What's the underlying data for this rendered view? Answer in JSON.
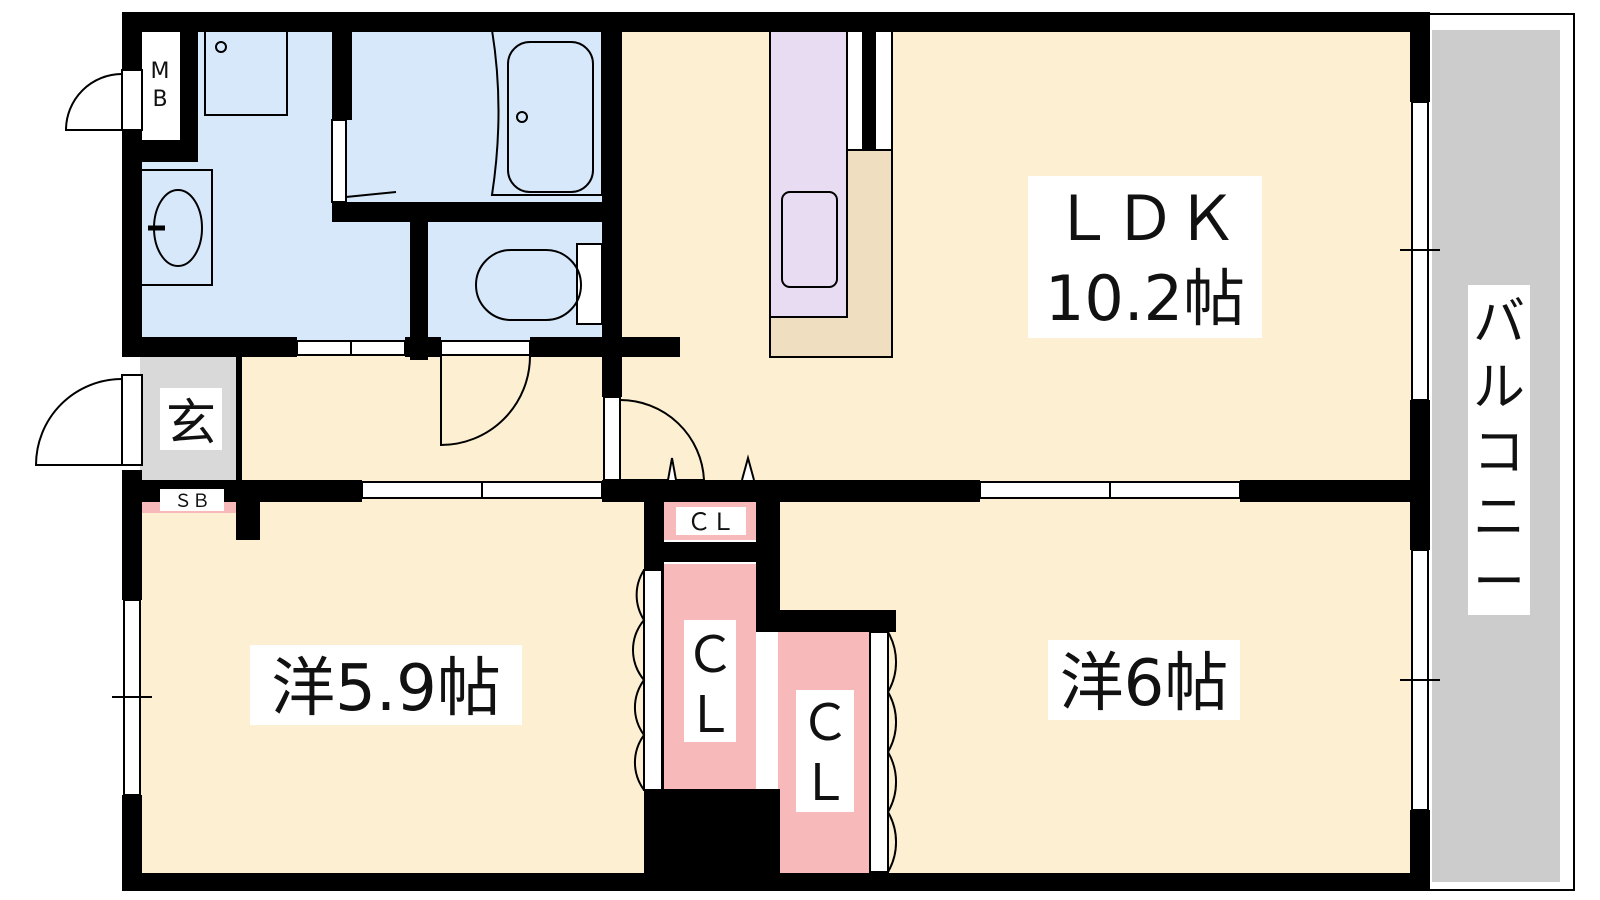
{
  "rooms": {
    "ldk_name": "ＬＤＫ",
    "ldk_size": "10.2帖",
    "western1": "洋5.9帖",
    "western2": "洋6帖",
    "entrance": "玄",
    "shoe_box": "ＳＢ",
    "meter_box_m": "M",
    "meter_box_b": "B",
    "closet_small": "ＣＬ",
    "closet_c": "Ｃ",
    "closet_l": "Ｌ",
    "balcony": [
      "バ",
      "ル",
      "コ",
      "ニ",
      "ー"
    ]
  },
  "colors": {
    "wall": "#000000",
    "room": "#fdf0d2",
    "wet_area": "#d8e8fb",
    "closet": "#f8b9bb",
    "kitchen": "#e8dcf3",
    "counter": "#efdec0",
    "entrance_floor": "#d9d9d9",
    "balcony": "#cccccc"
  }
}
